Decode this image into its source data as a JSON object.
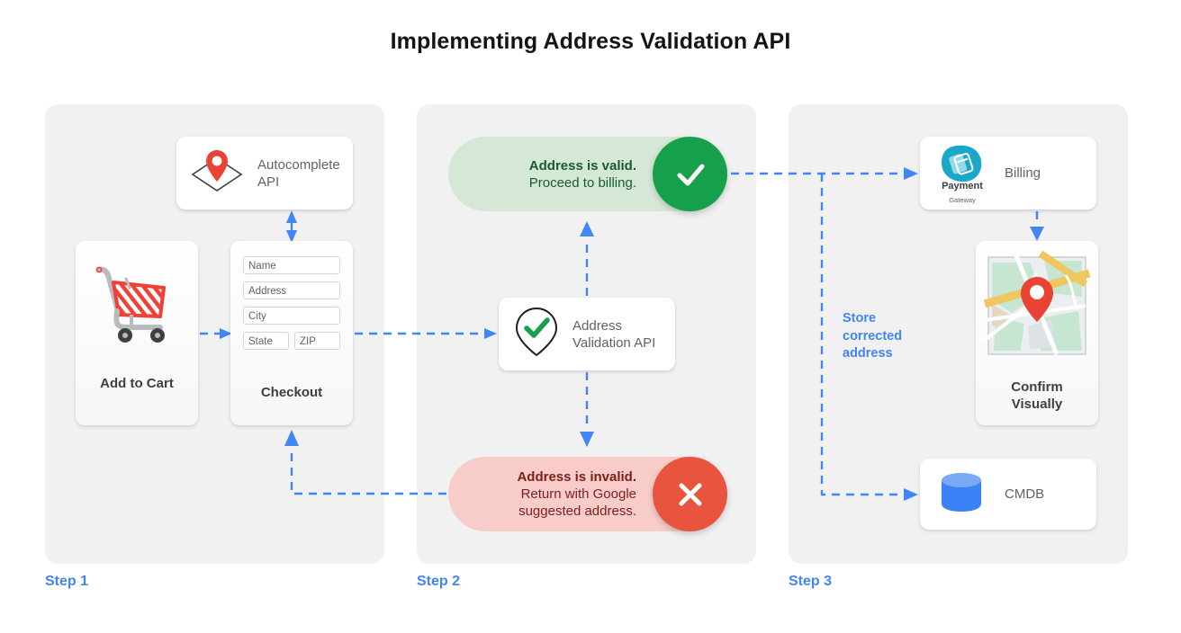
{
  "title": "Implementing Address Validation API",
  "steps": [
    {
      "label": "Step 1"
    },
    {
      "label": "Step 2"
    },
    {
      "label": "Step 3"
    }
  ],
  "step1": {
    "autocomplete_card": {
      "label_line1": "Autocomplete",
      "label_line2": "API",
      "icon": "map-pin-on-map-icon"
    },
    "cart_card": {
      "title": "Add to Cart",
      "icon": "shopping-cart-icon"
    },
    "checkout_card": {
      "title": "Checkout",
      "icon": "checkout-form-icon",
      "fields": [
        {
          "name": "name",
          "placeholder": "Name",
          "value": "Name",
          "width": "full"
        },
        {
          "name": "address",
          "placeholder": "Address",
          "value": "Address",
          "width": "full"
        },
        {
          "name": "city",
          "placeholder": "City",
          "value": "City",
          "width": "full"
        },
        {
          "name": "state",
          "placeholder": "State",
          "value": "State",
          "width": "half"
        },
        {
          "name": "zip",
          "placeholder": "ZIP",
          "value": "ZIP",
          "width": "half"
        }
      ]
    }
  },
  "step2": {
    "valid_pill": {
      "line1": "Address is valid.",
      "line2": "Proceed to billing.",
      "icon": "check-circle-icon",
      "color": "#17a04b",
      "background": "#d5e8d7"
    },
    "validation_card": {
      "label_line1": "Address",
      "label_line2": "Validation API",
      "icon": "map-pin-check-icon"
    },
    "invalid_pill": {
      "line1": "Address is invalid.",
      "line2": "Return with Google",
      "line3": "suggested address.",
      "icon": "x-circle-icon",
      "color": "#e9543f",
      "background": "#f8cdc9"
    }
  },
  "step3": {
    "billing_card": {
      "label": "Billing",
      "icon": "payment-gateway-logo-icon",
      "logo_line1": "Payment",
      "logo_line2": "Gateway"
    },
    "confirm_card": {
      "title_line1": "Confirm",
      "title_line2": "Visually",
      "icon": "map-thumbnail-icon"
    },
    "cmdb_card": {
      "label": "CMDB",
      "icon": "database-cylinder-icon"
    },
    "store_note": {
      "line1": "Store",
      "line2": "corrected",
      "line3": "address"
    }
  },
  "colors": {
    "accent_blue": "#4285f4",
    "panel_background": "#f1f1f2",
    "valid_green": "#17a04b",
    "invalid_red": "#e9543f",
    "pin_red": "#ea4335",
    "text_dark": "#3c4043",
    "text_muted": "#5f6368"
  }
}
